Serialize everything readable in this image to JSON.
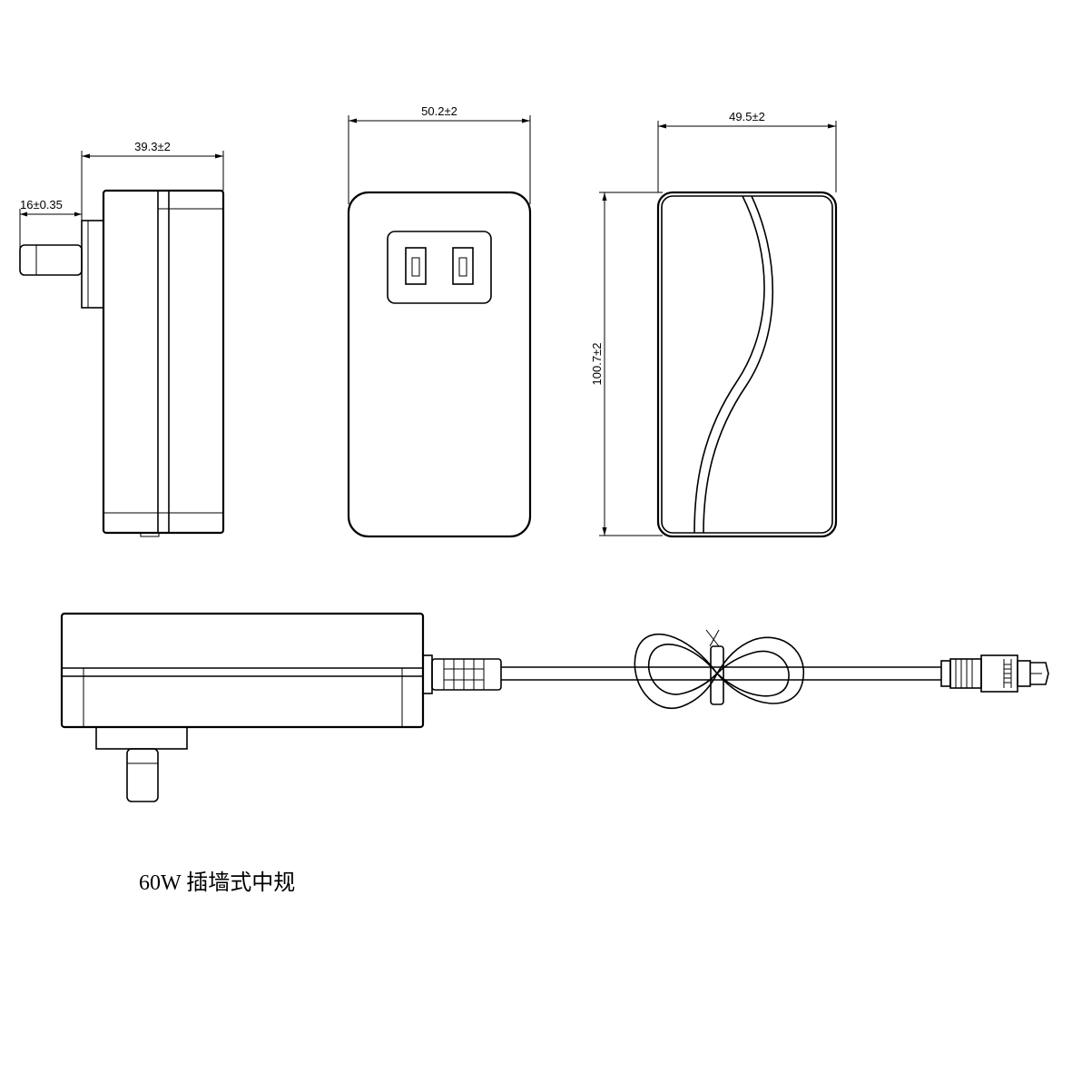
{
  "dimensions": {
    "side_depth": "39.3±2",
    "pin_length": "16±0.35",
    "front_width": "50.2±2",
    "back_width": "49.5±2",
    "height": "100.7±2"
  },
  "caption": "60W 插墙式中规"
}
